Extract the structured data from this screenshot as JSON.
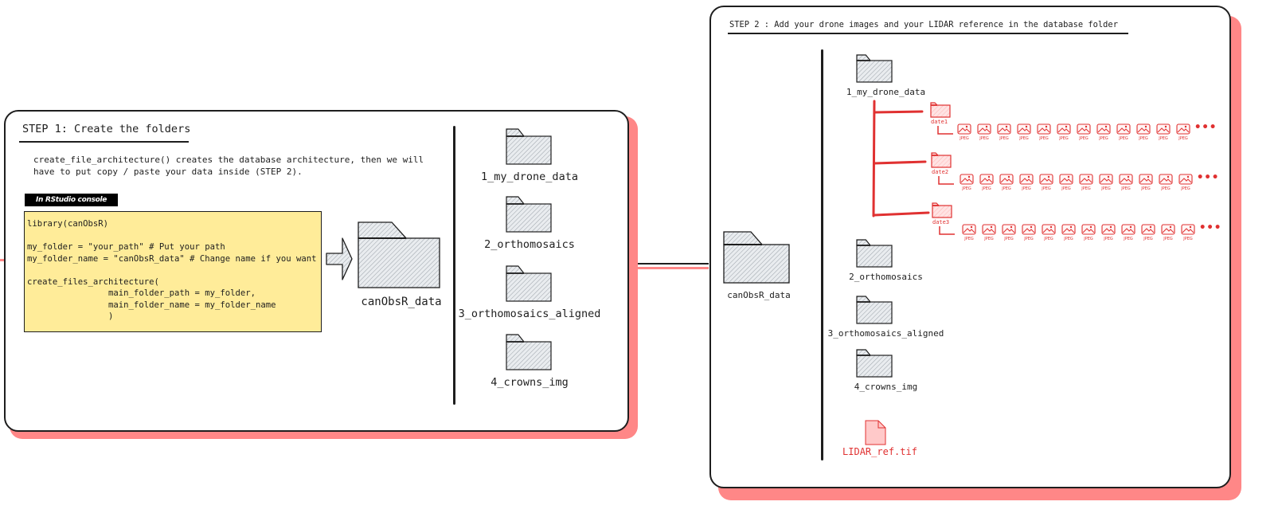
{
  "step1": {
    "title": "STEP 1: Create the folders",
    "description": "create_file_architecture() creates the database architecture, then we will\nhave to put copy / paste your data inside (STEP 2).",
    "badge": "In RStudio console",
    "code_lines": [
      "library(canObsR)",
      "",
      "my_folder = \"your_path\" # Put your path",
      "my_folder_name = \"canObsR_data\" # Change name if you want",
      "",
      "create_files_architecture(",
      "                main_folder_path = my_folder,",
      "                main_folder_name = my_folder_name",
      "                )"
    ],
    "root_folder": "canObsR_data",
    "subfolders": [
      "1_my_drone_data",
      "2_orthomosaics",
      "3_orthomosaics_aligned",
      "4_crowns_img"
    ]
  },
  "step2": {
    "title": "STEP 2 : Add your drone images and your LIDAR reference in the database folder",
    "root_folder": "canObsR_data",
    "subfolders": [
      "1_my_drone_data",
      "2_orthomosaics",
      "3_orthomosaics_aligned",
      "4_crowns_img"
    ],
    "dates": [
      {
        "label": "date1",
        "images": [
          "JPEG",
          "JPEG",
          "JPEG",
          "JPEG",
          "JPEG",
          "JPEG",
          "JPEG",
          "JPEG",
          "JPEG",
          "JPEG",
          "JPEG",
          "JPEG"
        ]
      },
      {
        "label": "date2",
        "images": [
          "JPEG",
          "JPEG",
          "JPEG",
          "JPEG",
          "JPEG",
          "JPEG",
          "JPEG",
          "JPEG",
          "JPEG",
          "JPEG",
          "JPEG",
          "JPEG"
        ]
      },
      {
        "label": "date3",
        "images": [
          "JPEG",
          "JPEG",
          "JPEG",
          "JPEG",
          "JPEG",
          "JPEG",
          "JPEG",
          "JPEG",
          "JPEG",
          "JPEG",
          "JPEG",
          "JPEG"
        ]
      }
    ],
    "more_indicator": "•••",
    "lidar_file": "LIDAR_ref.tif"
  },
  "colors": {
    "shadow": "#ff8787",
    "code_bg": "#ffec99",
    "accent_red": "#e03131",
    "stroke": "#1e1e1e"
  }
}
